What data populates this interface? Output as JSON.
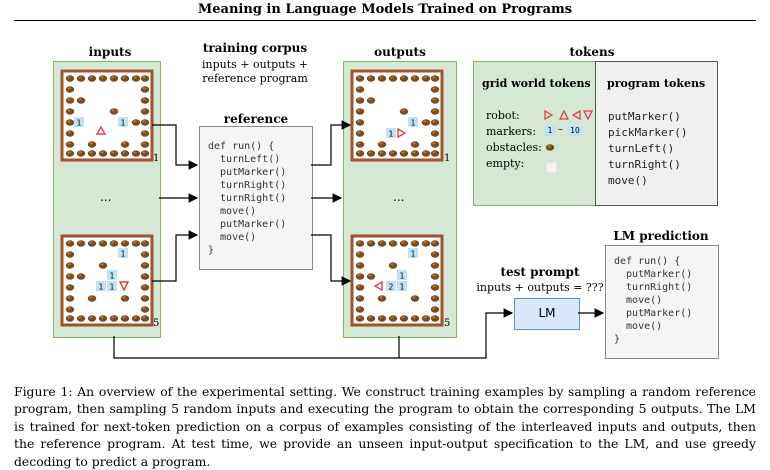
{
  "figure_title": "Meaning in Language Models Trained on Programs",
  "labels": {
    "inputs": "inputs",
    "outputs": "outputs",
    "tokens": "tokens",
    "training_corpus": "training corpus",
    "training_corpus_sub1": "inputs + outputs +",
    "training_corpus_sub2": "reference program",
    "reference_program": "reference program",
    "lm_prediction": "LM prediction",
    "test_prompt": "test prompt",
    "test_prompt_sub": "inputs + outputs = ???",
    "lm_box": "LM",
    "ellipsis": "...",
    "input_grid_1_index": "1",
    "input_grid_5_index": "5",
    "output_grid_1_index": "1",
    "output_grid_5_index": "5"
  },
  "grid_world_tokens": {
    "heading": "grid world tokens",
    "robot_label": "robot:",
    "markers_label": "markers:",
    "markers_range_start": "1",
    "markers_range_sep": "–",
    "markers_range_end": "10",
    "obstacles_label": "obstacles:",
    "empty_label": "empty:"
  },
  "program_tokens": {
    "heading": "program tokens",
    "items": [
      "putMarker()",
      "pickMarker()",
      "turnLeft()",
      "turnRight()",
      "move()"
    ]
  },
  "reference_program_code": [
    "def run() {",
    "  turnLeft()",
    "  putMarker()",
    "  turnRight()",
    "  turnRight()",
    "  move()",
    "  putMarker()",
    "  move()",
    "}"
  ],
  "lm_prediction_code": [
    "def run() {",
    "  putMarker()",
    "  turnRight()",
    "  move()",
    "  putMarker()",
    "  move()",
    "}"
  ],
  "grid_markers": {
    "in1_a": "1",
    "in1_b": "1",
    "in5_a": "1",
    "in5_b": "1",
    "in5_c": "1",
    "in5_d": "1",
    "out1_a": "1",
    "out1_b": "1",
    "out5_a": "1",
    "out5_b": "1",
    "out5_c": "2",
    "out5_d": "1"
  },
  "caption": "Figure 1: An overview of the experimental setting. We construct training examples by sampling a random reference program, then sampling 5 random inputs and executing the program to obtain the corresponding 5 outputs. The LM is trained for next-token prediction on a corpus of examples consisting of the interleaved inputs and outputs, then the reference program. At test time, we provide an unseen input-output specification to the LM, and use greedy decoding to predict a program.",
  "colors": {
    "green_fill": "#d5e8d4",
    "green_stroke": "#82b366",
    "grid_border": "#a0522d",
    "obstacle": "#7b4a1e",
    "marker_fill": "#bfe3f2",
    "robot": "#e0404a",
    "lm_fill": "#dae8fc",
    "code_bg": "#f5f5f5"
  }
}
